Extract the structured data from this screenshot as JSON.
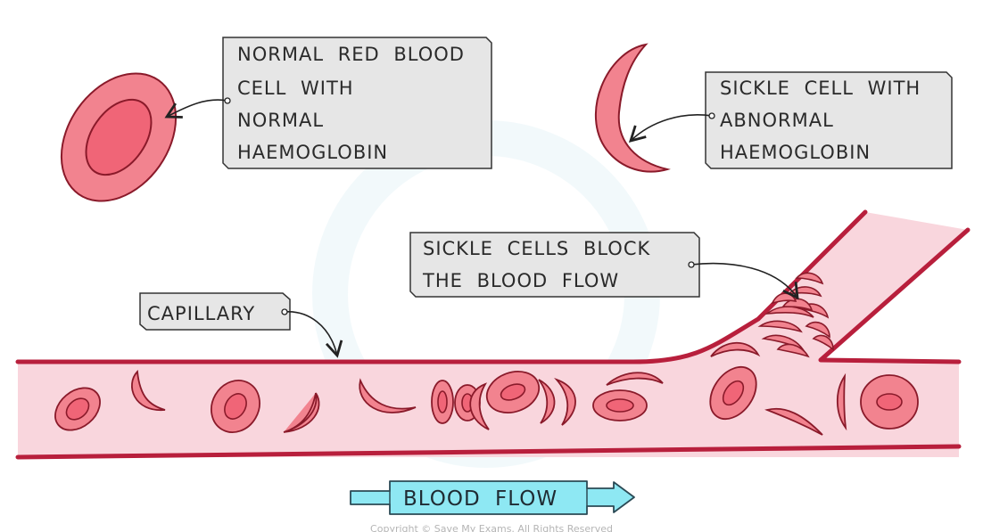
{
  "labels": {
    "normal_cell": [
      "NORMAL RED BLOOD",
      "CELL WITH",
      "NORMAL",
      "HAEMOGLOBIN"
    ],
    "sickle_cell": [
      "SICKLE CELL WITH",
      "ABNORMAL",
      "HAEMOGLOBIN"
    ],
    "blockage": [
      "SICKLE CELLS BLOCK",
      "THE BLOOD FLOW"
    ],
    "capillary": "CAPILLARY"
  },
  "flow_arrow": {
    "label": "BLOOD FLOW"
  },
  "copyright": "Copyright © Save My Exams. All Rights Reserved",
  "colors": {
    "cell_fill": "#f2838f",
    "cell_inner": "#f06577",
    "outline": "#8a1a2a",
    "vessel_fill": "#f9d6dd",
    "vessel_wall": "#b81f3c",
    "label_box": "#e6e6e6",
    "flow_arrow": "#8ee8f3"
  }
}
